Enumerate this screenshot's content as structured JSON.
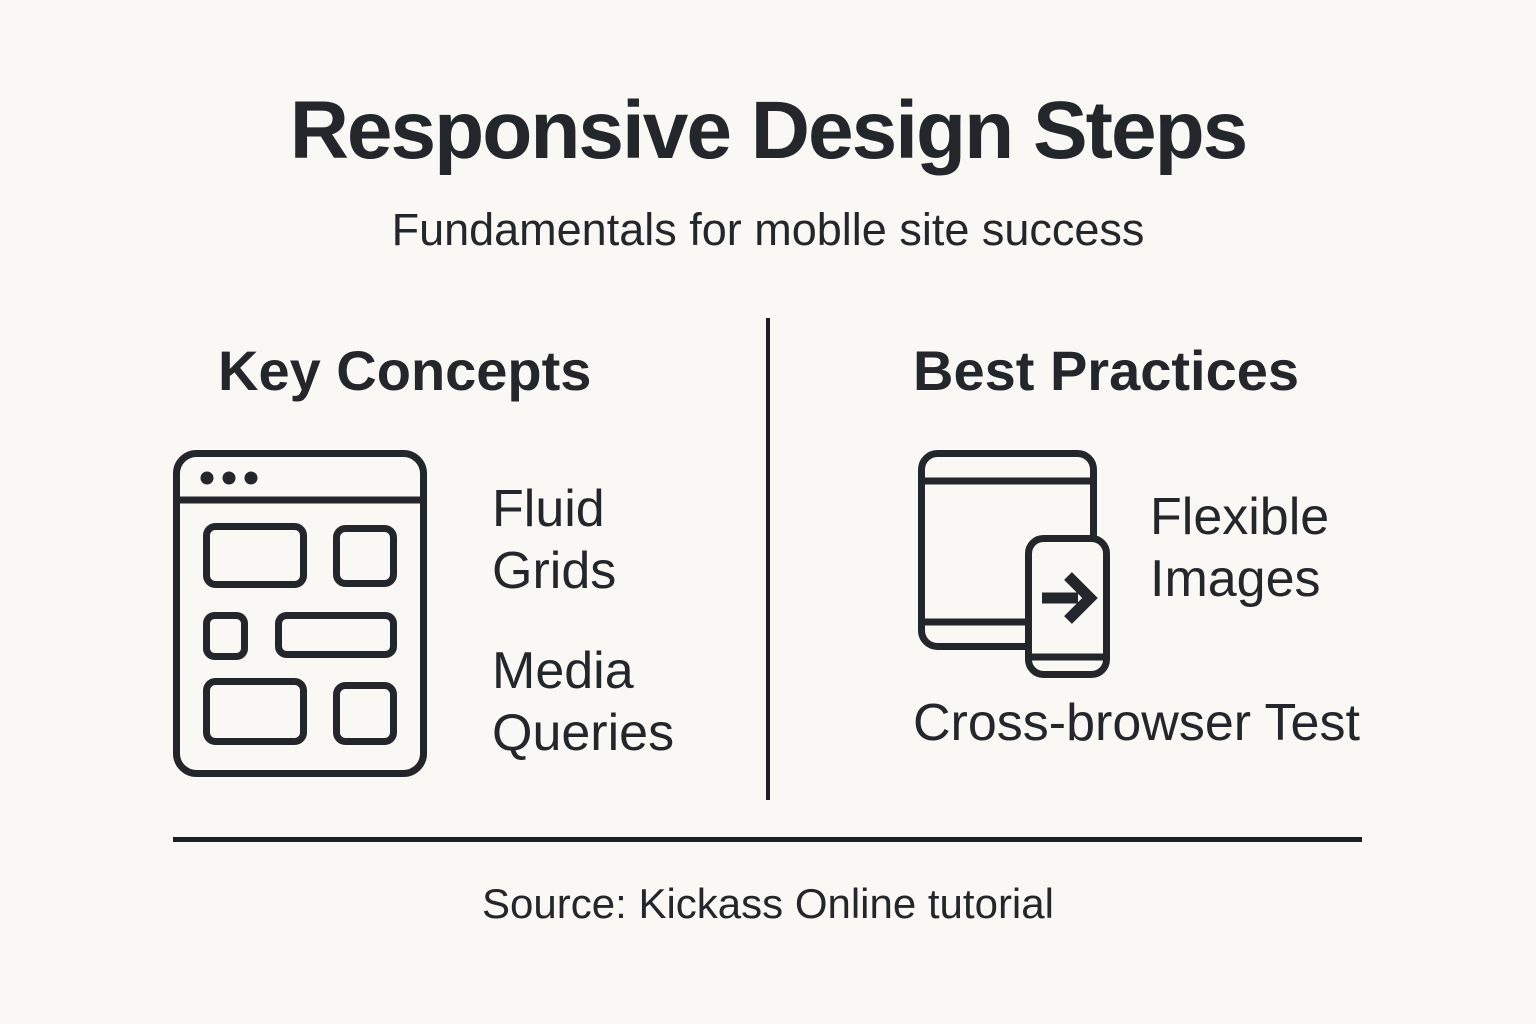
{
  "infographic": {
    "title": "Responsive Design Steps",
    "subtitle": "Fundamentals for moblle site success",
    "source": "Source: Kickass Online tutorial",
    "columns": [
      {
        "heading": "Key Concepts",
        "icon": "browser-grid-icon",
        "items": [
          "Fluid Grids",
          "Media Queries"
        ]
      },
      {
        "heading": "Best Practices",
        "icon": "tablet-phone-icon",
        "items": [
          "Flexible Images",
          "Cross-browser Test"
        ]
      }
    ],
    "colors": {
      "background": "#FAF8F4",
      "ink": "#23262A",
      "line": "#1C1F24"
    }
  }
}
